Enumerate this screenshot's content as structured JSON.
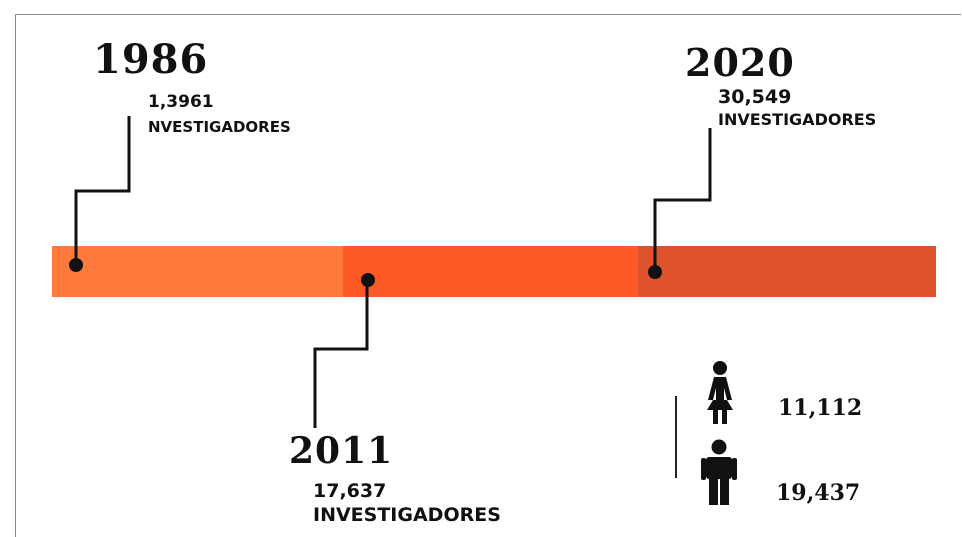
{
  "milestones": [
    {
      "year": "1986",
      "count": "1,3961",
      "label": "NVESTIGADORES"
    },
    {
      "year": "2011",
      "count": "17,637",
      "label": "INVESTIGADORES"
    },
    {
      "year": "2020",
      "count": "30,549",
      "label": "INVESTIGADORES"
    }
  ],
  "gender": {
    "female_icon": "female-person-icon",
    "female_count": "11,112",
    "male_icon": "male-person-icon",
    "male_count": "19,437"
  },
  "colors": {
    "segment_1": "#fd7a3c",
    "segment_2": "#fe5a28",
    "segment_3": "#de532b",
    "dot": "#111111",
    "line": "#111111"
  }
}
